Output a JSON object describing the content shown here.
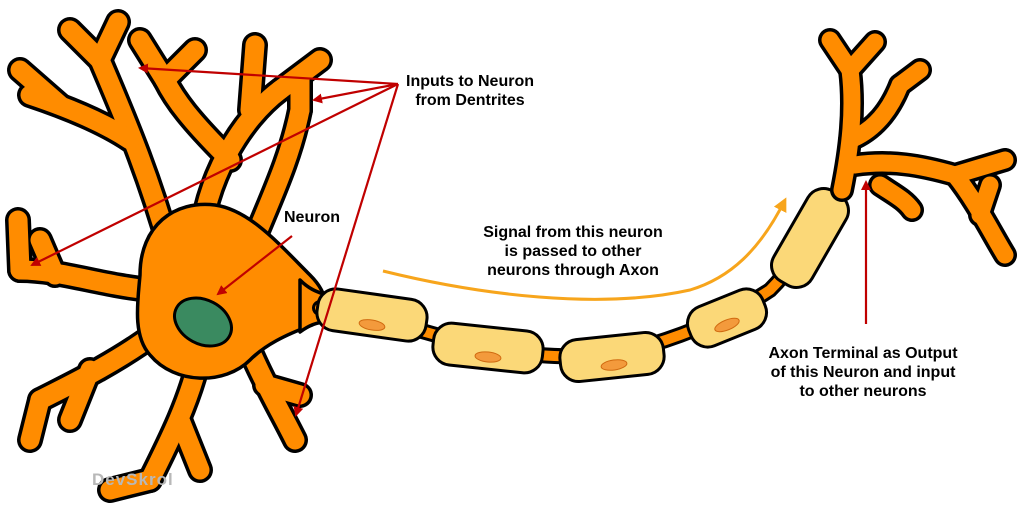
{
  "labels": {
    "inputs": [
      "Inputs to Neuron",
      "from Dentrites"
    ],
    "neuron": "Neuron",
    "signal": [
      "Signal from this neuron",
      "is passed to other",
      "neurons through Axon"
    ],
    "terminal": [
      "Axon Terminal as Output",
      "of this Neuron and input",
      "to other neurons"
    ]
  },
  "watermark": "DevSkrol",
  "colors": {
    "neuron_body": "#ff8c00",
    "outline": "#000000",
    "nucleus": "#3a8a60",
    "myelin": "#fbd878",
    "node": "#ff8c00",
    "arrow_red": "#c00000",
    "arrow_signal": "#f7a51c"
  }
}
